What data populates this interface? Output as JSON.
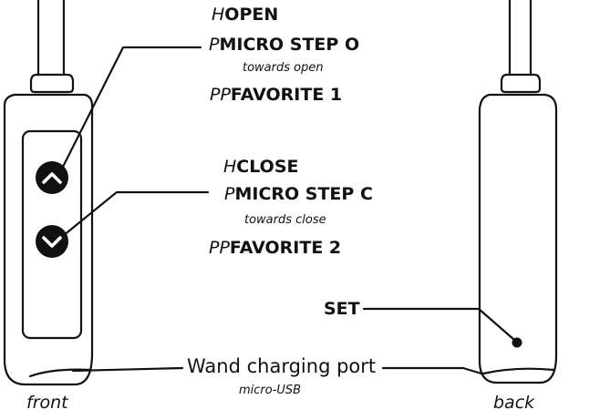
{
  "up": {
    "h": {
      "prefix": "H",
      "text": "OPEN"
    },
    "p": {
      "prefix": "P",
      "text": "MICRO STEP O"
    },
    "p_sub": "towards open",
    "pp": {
      "prefix": "PP",
      "text": "FAVORITE 1"
    }
  },
  "down": {
    "h": {
      "prefix": "H",
      "text": "CLOSE"
    },
    "p": {
      "prefix": "P",
      "text": "MICRO STEP C"
    },
    "p_sub": "towards close",
    "pp": {
      "prefix": "PP",
      "text": "FAVORITE 2"
    }
  },
  "set_label": "SET",
  "port": {
    "label": "Wand charging port",
    "sub": "micro-USB"
  },
  "captions": {
    "front": "front",
    "back": "back"
  },
  "icons": {
    "up": "chevron-up-icon",
    "down": "chevron-down-icon"
  }
}
